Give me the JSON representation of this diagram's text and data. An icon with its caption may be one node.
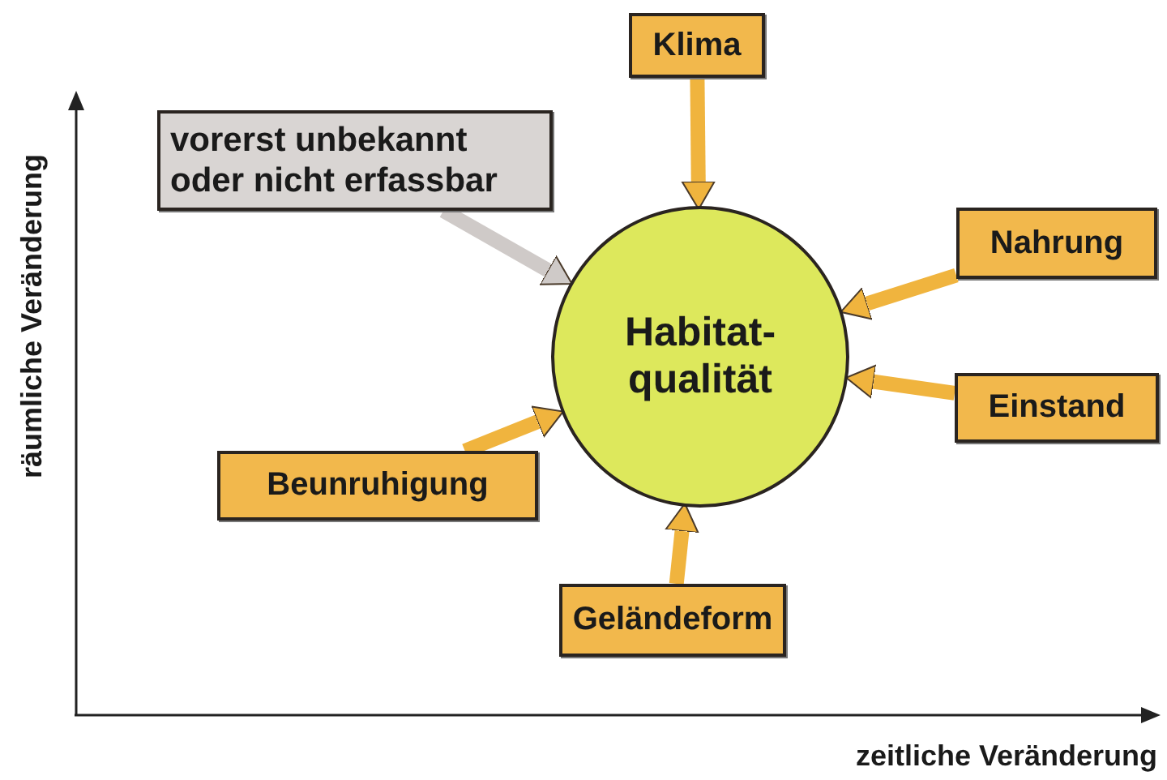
{
  "diagram": {
    "nodes": [
      {
        "text": [
          "Klima"
        ]
      },
      {
        "text": [
          "vorerst unbekannt oder nicht erfassbar"
        ]
      },
      {
        "text": [
          "Nahrung"
        ]
      },
      {
        "text": [
          "Habitat- qualität"
        ]
      },
      {
        "text": [
          "Einstand"
        ]
      },
      {
        "text": [
          "Beunruhigung"
        ]
      },
      {
        "text": [
          "Geländeform"
        ]
      }
    ],
    "edges": [
      {
        "from": 0,
        "to": 3,
        "arrow": "to"
      },
      {
        "from": 1,
        "to": 3,
        "arrow": "to",
        "color": "#cfcac8"
      },
      {
        "from": 2,
        "to": 3,
        "arrow": "to"
      },
      {
        "from": 4,
        "to": 3,
        "arrow": "to"
      },
      {
        "from": 5,
        "to": 3,
        "arrow": "to"
      },
      {
        "from": 6,
        "to": 3,
        "arrow": "to"
      }
    ],
    "labels": [
      "räumliche Veränderung",
      "zeitliche Veränderung"
    ]
  }
}
